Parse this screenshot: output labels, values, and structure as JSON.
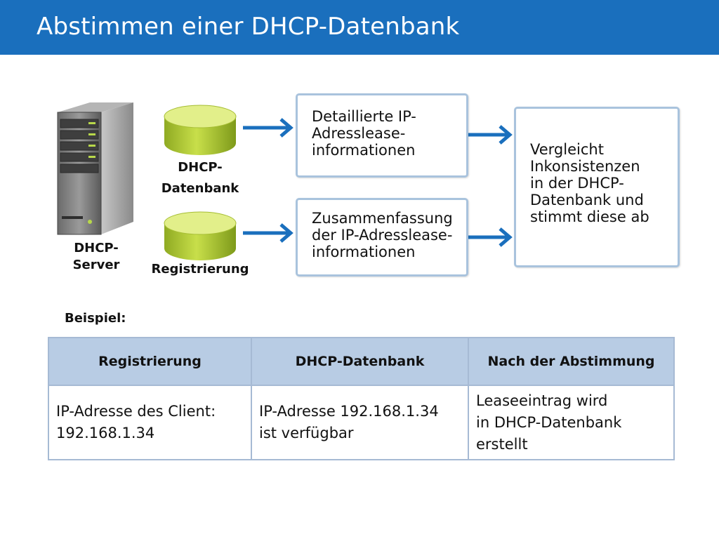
{
  "title": "Abstimmen einer DHCP-Datenbank",
  "diagram": {
    "server_label": "DHCP-\nServer",
    "db_label": "DHCP-\nDatenbank",
    "registry_label": "Registrierung",
    "box_detail": "Detaillierte IP-\nAdresslease-\ninformationen",
    "box_summary": "Zusammenfassung\nder IP-Adresslease-\ninformationen",
    "box_compare": "Vergleicht\nInkonsistenzen\nin der DHCP-\nDatenbank und\nstimmt diese ab",
    "colors": {
      "arrow": "#1a6fbd",
      "box_border": "#a9c3dd",
      "cylinder": "#c8df4a"
    }
  },
  "example_label": "Beispiel:",
  "table": {
    "headers": [
      "Registrierung",
      "DHCP-Datenbank",
      "Nach der Abstimmung"
    ],
    "rows": [
      [
        "IP-Adresse des Client:\n192.168.1.34",
        "IP-Adresse 192.168.1.34\nist verfügbar",
        "Leaseeintrag wird\nin DHCP-Datenbank\nerstellt"
      ]
    ]
  }
}
